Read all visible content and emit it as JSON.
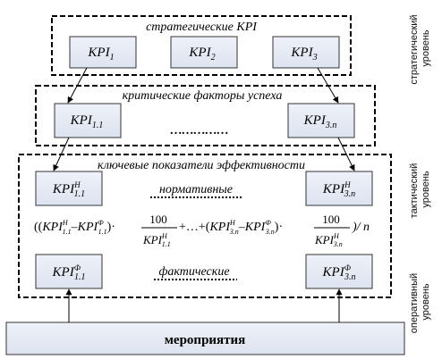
{
  "strategic_kpi": {
    "title": "стратегические  KPI",
    "boxes": [
      {
        "main": "KPI",
        "sub": "1"
      },
      {
        "main": "KPI",
        "sub": "2"
      },
      {
        "main": "KPI",
        "sub": "3"
      }
    ]
  },
  "critical_factors": {
    "title": "критические факторы успеха",
    "left": {
      "main": "KPI",
      "sub": "1.1"
    },
    "right": {
      "main": "KPI",
      "sub": "3.n"
    },
    "ellipsis": "……………"
  },
  "key_indicators": {
    "title": "ключевые показатели эффективности",
    "normative_label": "нормативные",
    "actual_label": "фактические",
    "top_left": {
      "main": "KPI",
      "sub": "1.1",
      "sup": "Н"
    },
    "top_right": {
      "main": "KPI",
      "sub": "3.n",
      "sup": "Н"
    },
    "bottom_left": {
      "main": "KPI",
      "sub": "1.1",
      "sup": "Ф"
    },
    "bottom_right": {
      "main": "KPI",
      "sub": "3.n",
      "sup": "Ф"
    },
    "formula": {
      "open": "((",
      "kpi": "KPI",
      "minus": "–",
      "dot": "·",
      "numerator": "100",
      "middle": "+…+(",
      "tail": ")/ n",
      "close": ")",
      "sub1": "1.1",
      "sub2": "3.n",
      "supN": "Н",
      "supF": "Ф"
    }
  },
  "activities": {
    "label": "мероприятия"
  },
  "side_labels": {
    "strategic": [
      "стратегический",
      "уровень"
    ],
    "tactical": [
      "тактический",
      "уровень"
    ],
    "operational": [
      "оперативный",
      "уровень"
    ]
  }
}
